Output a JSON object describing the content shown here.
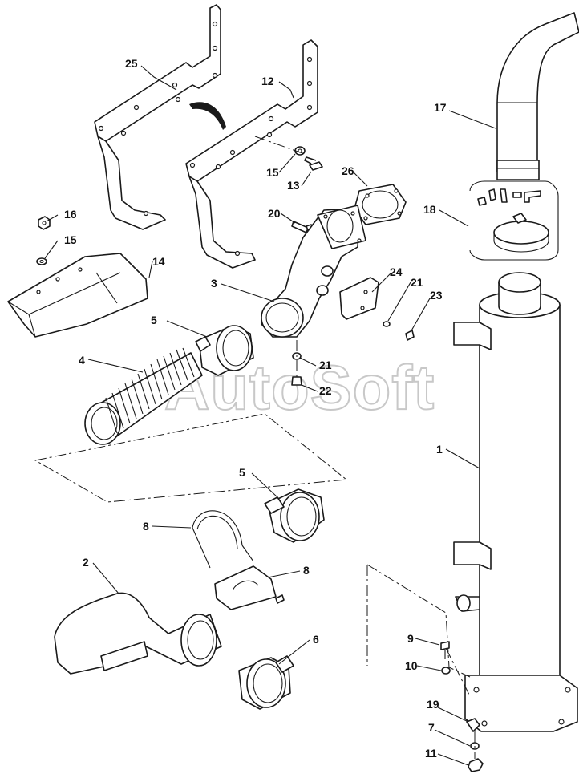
{
  "watermark": "AutoSoft",
  "callouts": {
    "c1": "1",
    "c2": "2",
    "c3": "3",
    "c4": "4",
    "c5a": "5",
    "c5b": "5",
    "c6": "6",
    "c7": "7",
    "c8a": "8",
    "c8b": "8",
    "c9": "9",
    "c10": "10",
    "c11": "11",
    "c12": "12",
    "c13": "13",
    "c14": "14",
    "c15a": "15",
    "c15b": "15",
    "c16": "16",
    "c17": "17",
    "c18": "18",
    "c19": "19",
    "c20": "20",
    "c21a": "21",
    "c21b": "21",
    "c22": "22",
    "c23": "23",
    "c24": "24",
    "c25": "25",
    "c26": "26"
  },
  "colors": {
    "line": "#1a1a1a",
    "watermark": "#c8c8c8",
    "background": "#ffffff"
  }
}
